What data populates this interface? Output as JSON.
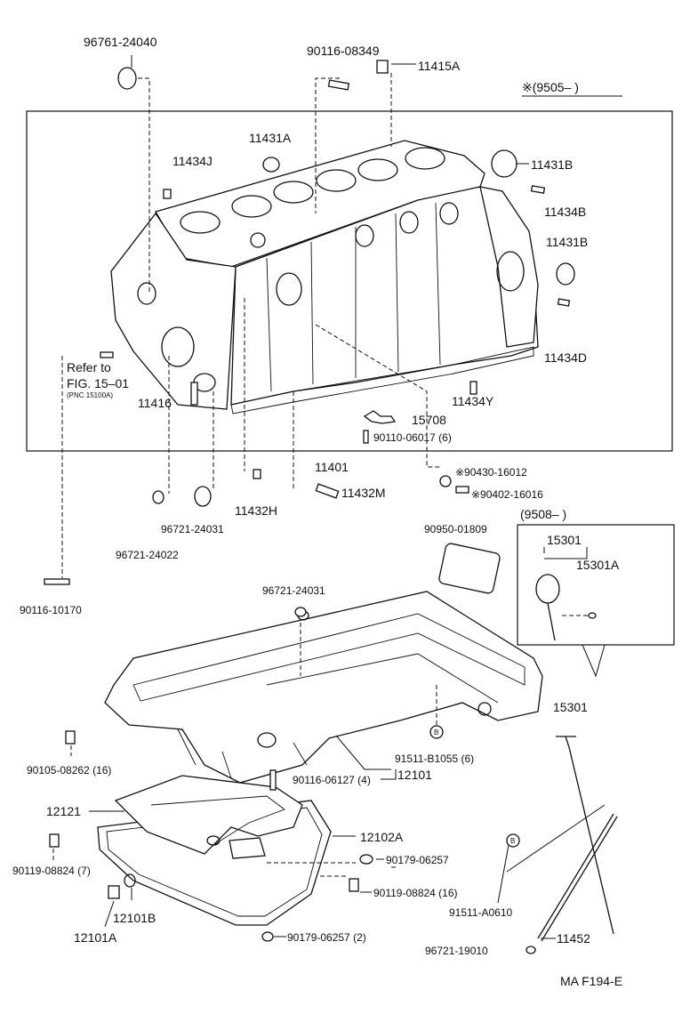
{
  "labels": {
    "p96761_24040": "96761-24040",
    "p90116_08349": "90116-08349",
    "p11415A": "11415A",
    "version_top": "※(9505–      )",
    "p11431A": "11431A",
    "p11434J": "11434J",
    "p11431B_1": "11431B",
    "p11434B": "11434B",
    "p11431B_2": "11431B",
    "p11434D": "11434D",
    "refer_line1": "Refer to",
    "refer_line2": "FIG. 15–01",
    "refer_line3": "(PNC 15100A)",
    "p11416": "11416",
    "p11434Y": "11434Y",
    "p15708": "15708",
    "p90110_06017": "90110-06017 (6)",
    "p11401": "11401",
    "p90430_16012": "※90430-16012",
    "p90402_16016": "※90402-16016",
    "p11432H": "11432H",
    "p11432M": "11432M",
    "p96721_24031_a": "96721-24031",
    "p96721_24022": "96721-24022",
    "p90950_01809": "90950-01809",
    "version_box": "(9508–       )",
    "p15301_box": "15301",
    "p15301A": "15301A",
    "p90116_10170": "90116-10170",
    "p96721_24031_b": "96721-24031",
    "p15301": "15301",
    "p90105_08262": "90105-08262 (16)",
    "p91511_B1055": "91511-B1055 (6)",
    "p90116_06127": "90116-06127 (4)",
    "p12101": "12101",
    "p12121": "12121",
    "p12102A": "12102A",
    "p90119_08824_7": "90119-08824 (7)",
    "p90179_06257": "90179-06257",
    "p90119_08824_16": "90119-08824 (16)",
    "p91511_A0610": "91511-A0610",
    "p12101B": "12101B",
    "p12101A": "12101A",
    "p11452": "11452",
    "p90179_06257_2": "90179-06257 (2)",
    "p96721_19010": "96721-19010",
    "figure_code": "MA  F194-E",
    "marker_b": "B"
  }
}
